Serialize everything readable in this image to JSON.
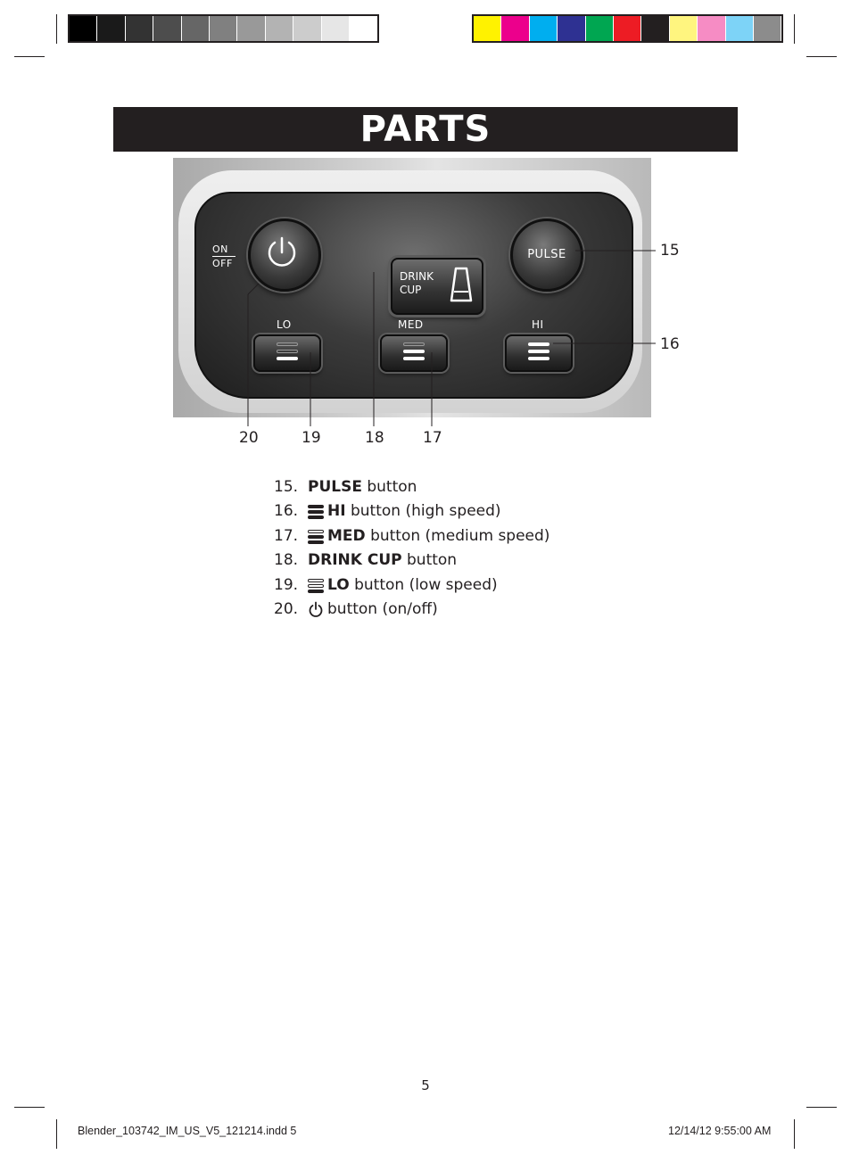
{
  "print_marks": {
    "gray_swatches": [
      "#000000",
      "#1a1a1a",
      "#333333",
      "#4d4d4d",
      "#666666",
      "#808080",
      "#999999",
      "#b3b3b3",
      "#cccccc",
      "#e6e6e6",
      "#ffffff"
    ],
    "color_swatches": [
      "#fff200",
      "#ec008c",
      "#00aeef",
      "#2e3192",
      "#00a651",
      "#ed1c24",
      "#231f20",
      "#fff57f",
      "#f68cc4",
      "#7dd3f7",
      "#8c8c8c"
    ]
  },
  "title": "PARTS",
  "panel": {
    "on_label": "ON",
    "off_label": "OFF",
    "drink_cup_label_line1": "DRINK",
    "drink_cup_label_line2": "CUP",
    "pulse_label": "PULSE",
    "lo_label": "LO",
    "med_label": "MED",
    "hi_label": "HI"
  },
  "callouts": {
    "c15": "15",
    "c16": "16",
    "c17": "17",
    "c18": "18",
    "c19": "19",
    "c20": "20"
  },
  "parts": [
    {
      "number": "15.",
      "name": "PULSE",
      "desc": "button",
      "icon": "none"
    },
    {
      "number": "16.",
      "name": "HI",
      "desc": "button (high speed)",
      "icon": "speed-hi-icon"
    },
    {
      "number": "17.",
      "name": "MED",
      "desc": "button (medium speed)",
      "icon": "speed-med-icon"
    },
    {
      "number": "18.",
      "name": "DRINK CUP",
      "desc": "button",
      "icon": "none"
    },
    {
      "number": "19.",
      "name": "LO",
      "desc": "button (low speed)",
      "icon": "speed-lo-icon"
    },
    {
      "number": "20.",
      "name": "",
      "desc": "button (on/off)",
      "icon": "power-icon"
    }
  ],
  "page_number": "5",
  "slug_left": "Blender_103742_IM_US_V5_121214.indd   5",
  "slug_right": "12/14/12   9:55:00 AM"
}
